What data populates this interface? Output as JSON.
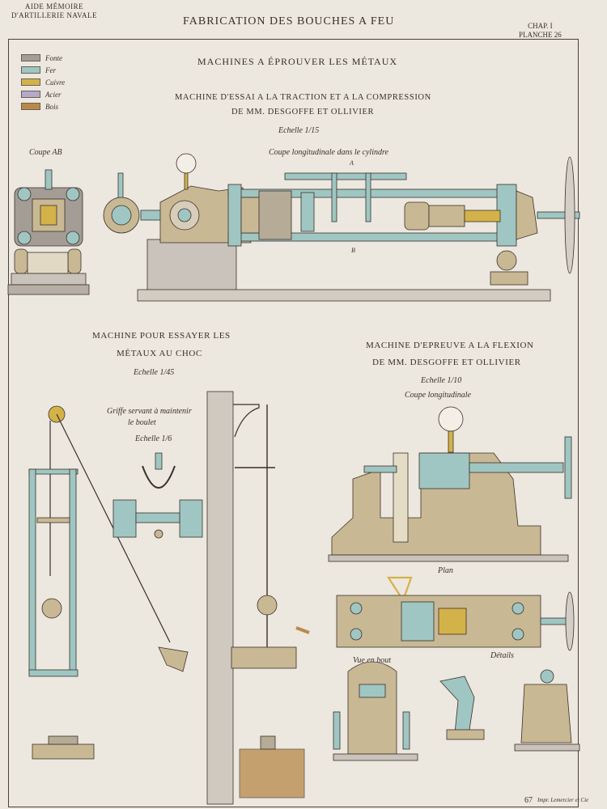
{
  "header": {
    "left_line1": "AIDE MÉMOIRE",
    "left_line2": "D'ARTILLERIE NAVALE",
    "title": "FABRICATION DES BOUCHES A FEU",
    "right_line1": "CHAP. I",
    "right_line2": "PLANCHE 26"
  },
  "legend": [
    {
      "label": "Fonte",
      "color": "#a39d96"
    },
    {
      "label": "Fer",
      "color": "#9fc6c2"
    },
    {
      "label": "Cuivre",
      "color": "#d4b24a"
    },
    {
      "label": "Acier",
      "color": "#b6a8c8"
    },
    {
      "label": "Bois",
      "color": "#b8894a"
    }
  ],
  "section_top": {
    "title": "MACHINES A ÉPROUVER LES MÉTAUX",
    "subtitle_line1": "MACHINE D'ESSAI A LA TRACTION ET A LA COMPRESSION",
    "subtitle_line2": "DE MM. DESGOFFE ET OLLIVIER",
    "scale": "Echelle 1/15",
    "view_left": "Coupe AB",
    "view_main": "Coupe longitudinale dans le cylindre",
    "mark_a": "A",
    "mark_b": "B"
  },
  "section_choc": {
    "title_line1": "MACHINE POUR ESSAYER LES",
    "title_line2": "MÉTAUX AU CHOC",
    "scale": "Echelle 1/45",
    "griffe_line1": "Griffe servant à maintenir",
    "griffe_line2": "le boulet",
    "griffe_scale": "Echelle 1/6"
  },
  "section_flexion": {
    "title_line1": "MACHINE D'EPREUVE A LA FLEXION",
    "title_line2": "DE MM. DESGOFFE ET OLLIVIER",
    "scale": "Echelle 1/10",
    "view_coupe": "Coupe longitudinale",
    "view_plan": "Plan",
    "view_bout": "Vue en bout",
    "view_details": "Détails"
  },
  "footer": {
    "number": "67",
    "printer": "Impr. Lemercier et Cie"
  },
  "colors": {
    "fonte": "#a39d96",
    "fer": "#9fc6c2",
    "cuivre": "#d4b24a",
    "bois": "#b8894a",
    "stone": "#c9c3bb",
    "ink": "#3a3028"
  }
}
